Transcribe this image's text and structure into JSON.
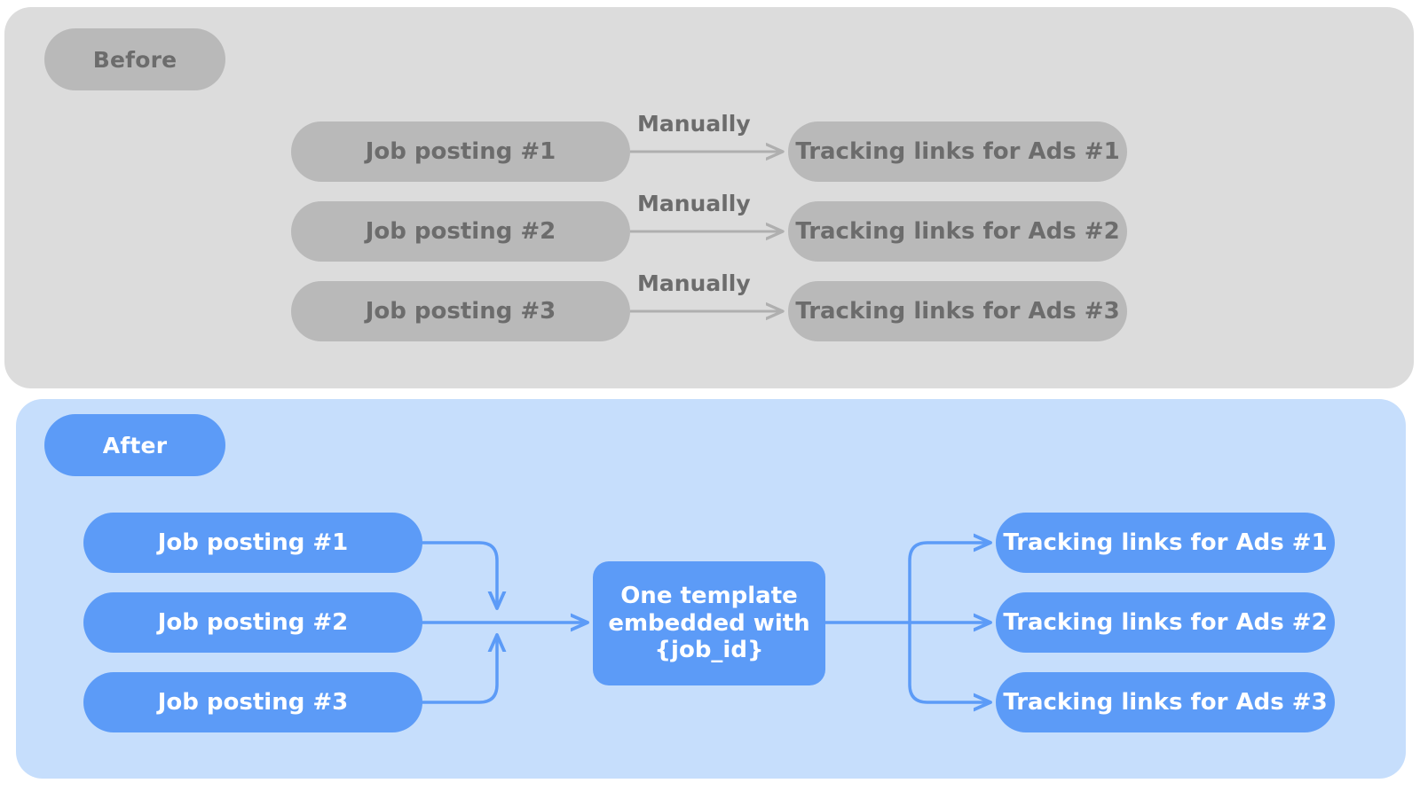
{
  "diagram": {
    "title_implicit": "Before and After job posting tracking link workflow",
    "colors": {
      "before_panel_bg": "#DCDCDC",
      "before_node_bg": "#B9B9B9",
      "before_text": "#6C6C6C",
      "after_panel_bg": "#C6DEFC",
      "after_node_bg": "#5C9BF7",
      "after_text": "#FFFFFF",
      "after_connector": "#5C9BF7",
      "before_connector": "#AFAFAF",
      "page_bg": "#FFFFFF"
    }
  },
  "before": {
    "badge_label": "Before",
    "job_postings": [
      {
        "label": "Job posting #1"
      },
      {
        "label": "Job posting #2"
      },
      {
        "label": "Job posting #3"
      }
    ],
    "arrow_labels": [
      "Manually",
      "Manually",
      "Manually"
    ],
    "tracking_links": [
      {
        "label": "Tracking links for Ads #1"
      },
      {
        "label": "Tracking links for Ads #2"
      },
      {
        "label": "Tracking links for Ads #3"
      }
    ]
  },
  "after": {
    "badge_label": "After",
    "job_postings": [
      {
        "label": "Job posting #1"
      },
      {
        "label": "Job posting #2"
      },
      {
        "label": "Job posting #3"
      }
    ],
    "template_box": {
      "label": "One template\nembedded with\n{job_id}"
    },
    "tracking_links": [
      {
        "label": "Tracking links for Ads #1"
      },
      {
        "label": "Tracking links for Ads #2"
      },
      {
        "label": "Tracking links for Ads #3"
      }
    ]
  }
}
